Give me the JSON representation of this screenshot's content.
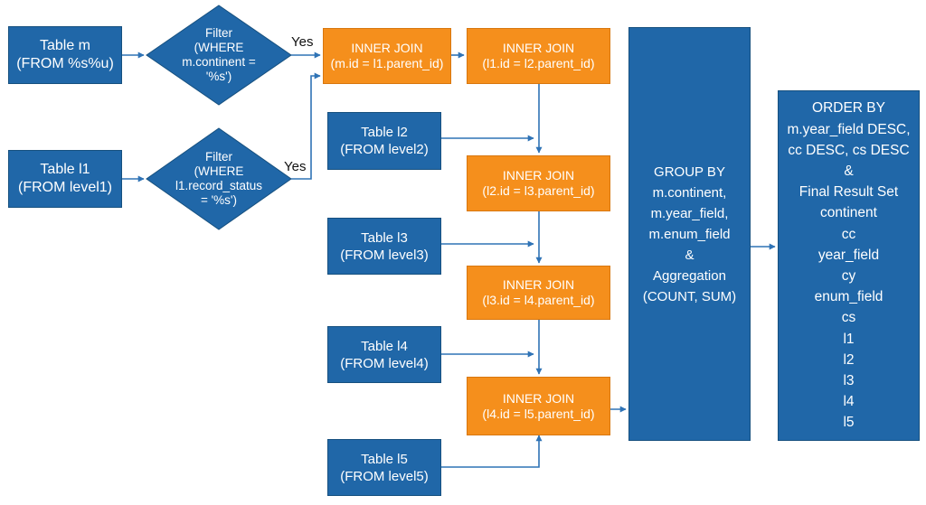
{
  "nodes": {
    "table_m": [
      "Table m",
      "(FROM %s%u)"
    ],
    "filter_m": [
      "Filter",
      "(WHERE",
      "m.continent =",
      "'%s')"
    ],
    "table_l1": [
      "Table l1",
      "(FROM level1)"
    ],
    "filter_l1": [
      "Filter",
      "(WHERE",
      "l1.record_status",
      "= '%s')"
    ],
    "join1": [
      "INNER JOIN",
      "(m.id = l1.parent_id)"
    ],
    "join2": [
      "INNER JOIN",
      "(l1.id = l2.parent_id)"
    ],
    "join3": [
      "INNER JOIN",
      "(l2.id = l3.parent_id)"
    ],
    "join4": [
      "INNER JOIN",
      "(l3.id = l4.parent_id)"
    ],
    "join5": [
      "INNER JOIN",
      "(l4.id = l5.parent_id)"
    ],
    "table_l2": [
      "Table l2",
      "(FROM level2)"
    ],
    "table_l3": [
      "Table l3",
      "(FROM level3)"
    ],
    "table_l4": [
      "Table l4",
      "(FROM level4)"
    ],
    "table_l5": [
      "Table l5",
      "(FROM level5)"
    ],
    "group_by": [
      "GROUP BY",
      "m.continent,",
      "m.year_field,",
      "m.enum_field",
      "&",
      "Aggregation",
      "(COUNT, SUM)"
    ],
    "final": [
      "ORDER BY",
      "m.year_field DESC,",
      "cc DESC, cs DESC",
      "&",
      "Final Result Set",
      "continent",
      "cc",
      "year_field",
      "cy",
      "enum_field",
      "cs",
      "l1",
      "l2",
      "l3",
      "l4",
      "l5"
    ]
  },
  "edge_labels": {
    "yes_m": "Yes",
    "yes_l1": "Yes"
  },
  "colors": {
    "blue": "#2067a8",
    "orange": "#f58f1c",
    "arrow": "#2f73b6"
  }
}
